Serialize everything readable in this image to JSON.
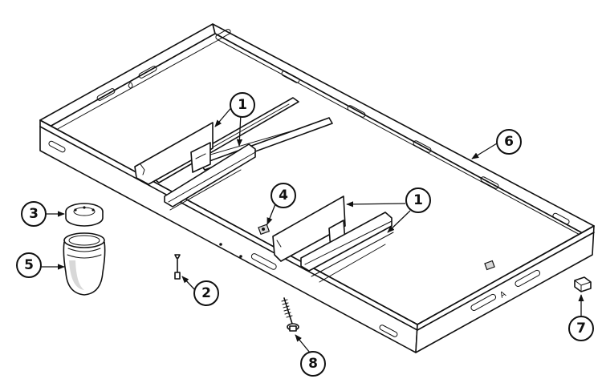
{
  "callouts": {
    "c1a": "1",
    "c1b": "1",
    "c2": "2",
    "c3": "3",
    "c4": "4",
    "c5": "5",
    "c6": "6",
    "c7": "7",
    "c8": "8"
  },
  "tray_stamp": "A"
}
